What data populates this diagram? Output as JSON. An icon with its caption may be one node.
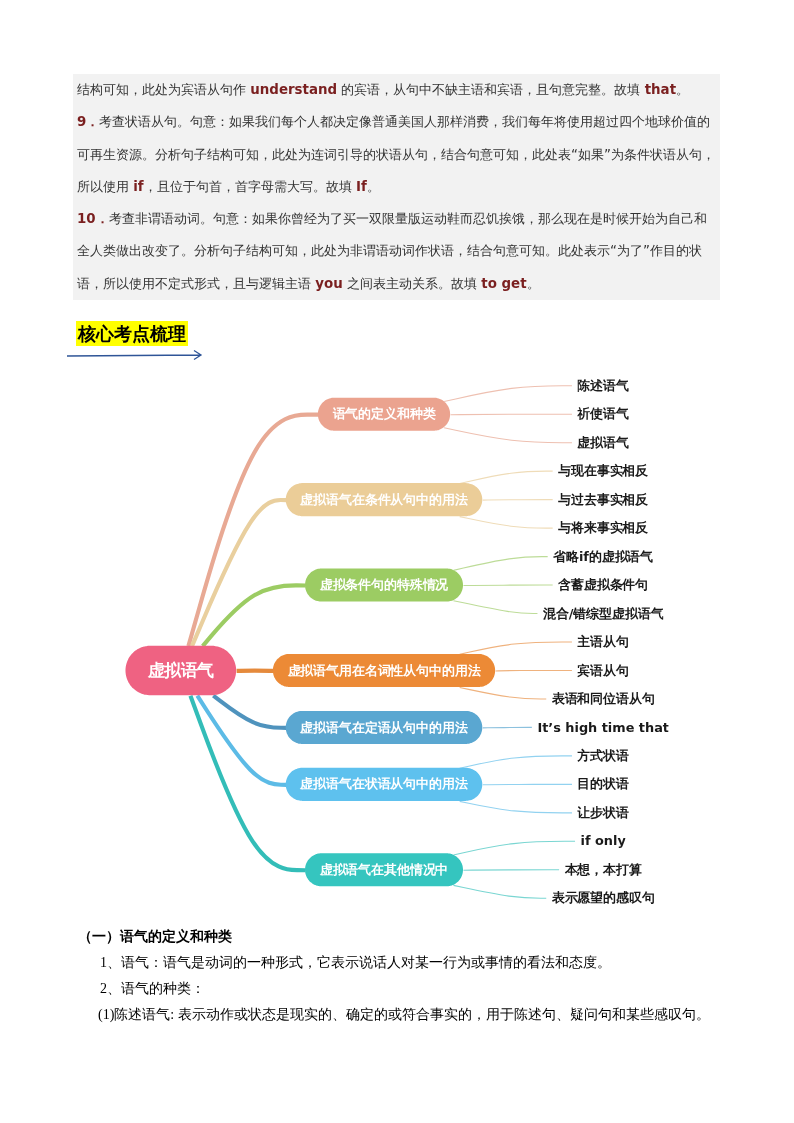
{
  "diagram": {
    "title": "核心考点梳理",
    "nodes": [
      {
        "text": [
          "虚拟语气"
        ]
      },
      {
        "text": [
          "语气的定义和种类"
        ]
      },
      {
        "text": [
          "陈述语气"
        ]
      },
      {
        "text": [
          "祈使语气"
        ]
      },
      {
        "text": [
          "虚拟语气"
        ]
      },
      {
        "text": [
          "虚拟语气在条件从句中的用法"
        ]
      },
      {
        "text": [
          "与现在事实相反"
        ]
      },
      {
        "text": [
          "与过去事实相反"
        ]
      },
      {
        "text": [
          "与将来事实相反"
        ]
      },
      {
        "text": [
          "虚拟条件句的特殊情况"
        ]
      },
      {
        "text": [
          "省略if的虚拟语气"
        ]
      },
      {
        "text": [
          "含蓄虚拟条件句"
        ]
      },
      {
        "text": [
          "混合/错综型虚拟语气"
        ]
      },
      {
        "text": [
          "虚拟语气用在名词性从句中的用法"
        ]
      },
      {
        "text": [
          "主语从句"
        ]
      },
      {
        "text": [
          "宾语从句"
        ]
      },
      {
        "text": [
          "表语和同位语从句"
        ]
      },
      {
        "text": [
          "虚拟语气在定语从句中的用法"
        ]
      },
      {
        "text": [
          "It’s high time that"
        ]
      },
      {
        "text": [
          "虚拟语气在状语从句中的用法"
        ]
      },
      {
        "text": [
          "方式状语"
        ]
      },
      {
        "text": [
          "目的状语"
        ]
      },
      {
        "text": [
          "让步状语"
        ]
      },
      {
        "text": [
          "虚拟语气在其他情况中"
        ]
      },
      {
        "text": [
          "if only"
        ]
      },
      {
        "text": [
          "本想，本打算"
        ]
      },
      {
        "text": [
          "表示愿望的感叹句"
        ]
      }
    ],
    "edges": [
      {
        "from": 0,
        "to": 1,
        "arrow": "none",
        "style": "thick",
        "color": "#e8a994"
      },
      {
        "from": 1,
        "to": 2,
        "arrow": "none",
        "color": "#eec0b1"
      },
      {
        "from": 1,
        "to": 3,
        "arrow": "none",
        "color": "#eec0b1"
      },
      {
        "from": 1,
        "to": 4,
        "arrow": "none",
        "color": "#eec0b1"
      },
      {
        "from": 0,
        "to": 5,
        "arrow": "none",
        "style": "thick",
        "color": "#e9cf9e"
      },
      {
        "from": 5,
        "to": 6,
        "arrow": "none",
        "color": "#efdcb8"
      },
      {
        "from": 5,
        "to": 7,
        "arrow": "none",
        "color": "#efdcb8"
      },
      {
        "from": 5,
        "to": 8,
        "arrow": "none",
        "color": "#efdcb8"
      },
      {
        "from": 0,
        "to": 9,
        "arrow": "none",
        "style": "thick",
        "color": "#9ccc63"
      },
      {
        "from": 9,
        "to": 10,
        "arrow": "none",
        "color": "#bddc98"
      },
      {
        "from": 9,
        "to": 11,
        "arrow": "none",
        "color": "#bddc98"
      },
      {
        "from": 9,
        "to": 12,
        "arrow": "none",
        "color": "#bddc98"
      },
      {
        "from": 0,
        "to": 13,
        "arrow": "none",
        "style": "thick",
        "color": "#e58a3c"
      },
      {
        "from": 13,
        "to": 14,
        "arrow": "none",
        "color": "#efb27e"
      },
      {
        "from": 13,
        "to": 15,
        "arrow": "none",
        "color": "#efb27e"
      },
      {
        "from": 13,
        "to": 16,
        "arrow": "none",
        "color": "#efb27e"
      },
      {
        "from": 0,
        "to": 17,
        "arrow": "none",
        "style": "thick",
        "color": "#4f93bd"
      },
      {
        "from": 17,
        "to": 18,
        "arrow": "none",
        "color": "#8cc1de"
      },
      {
        "from": 0,
        "to": 19,
        "arrow": "none",
        "style": "thick",
        "color": "#5cbbe6"
      },
      {
        "from": 19,
        "to": 20,
        "arrow": "none",
        "color": "#92d2f0"
      },
      {
        "from": 19,
        "to": 21,
        "arrow": "none",
        "color": "#92d2f0"
      },
      {
        "from": 19,
        "to": 22,
        "arrow": "none",
        "color": "#92d2f0"
      },
      {
        "from": 0,
        "to": 23,
        "arrow": "none",
        "style": "thick",
        "color": "#33bdb8"
      },
      {
        "from": 23,
        "to": 24,
        "arrow": "none",
        "color": "#7ad6d2"
      },
      {
        "from": 23,
        "to": 25,
        "arrow": "none",
        "color": "#7ad6d2"
      },
      {
        "from": 23,
        "to": 26,
        "arrow": "none",
        "color": "#7ad6d2"
      }
    ],
    "labels": [
      "结构可知，此处为宾语从句作 **understand** 的宾语，从句中不缺主语和宾语，且句意完整。故填 **that**。",
      "**9．**考查状语从句。句意：如果我们每个人都决定像普通美国人那样消费，我们每年将使用超过四个地球价值的可再生资源。分析句子结构可知，此处为连词引导的状语从句，结合句意可知，此处表“如果”为条件状语从句，所以使用 **if**，且位于句首，首字母需大写。故填 **If**。",
      "**10．**考查非谓语动词。句意：如果你曾经为了买一双限量版运动鞋而忍饥挨饿，那么现在是时候开始为自己和全人类做出改变了。分析句子结构可知，此处为非谓语动词作状语，结合句意可知。此处表示“为了”作目的状语，所以使用不定式形式，且与逻辑主语 **you** 之间表主动关系。故填 **to get**。",
      "（一）语气的定义和种类",
      "1、语气：语气是动词的一种形式，它表示说话人对某一行为或事情的看法和态度。",
      "2、语气的种类：",
      "(1)陈述语气: 表示动作或状态是现实的、确定的或符合事实的，用于陈述句、疑问句和某些感叹句。"
    ]
  }
}
